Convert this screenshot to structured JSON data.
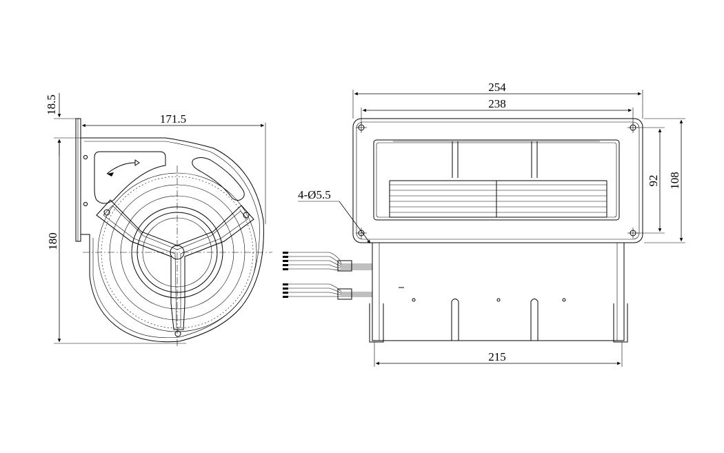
{
  "drawing": {
    "side_view": {
      "dim_height": "180",
      "dim_width": "171.5",
      "dim_flange": "18.5"
    },
    "front_view": {
      "dim_flange_width": "254",
      "dim_hole_spacing_x": "238",
      "dim_hole_spacing_y": "92",
      "dim_flange_height": "108",
      "dim_body_width": "215",
      "hole_callout": "4-Ø5.5"
    }
  }
}
